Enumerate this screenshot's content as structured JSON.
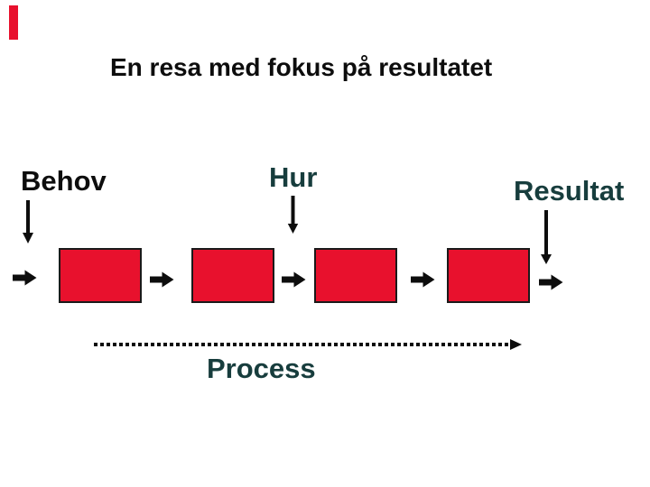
{
  "slide": {
    "title": "En resa med fokus på resultatet",
    "labels": {
      "behov": "Behov",
      "hur": "Hur",
      "resultat": "Resultat",
      "process": "Process"
    },
    "flow": {
      "step_count": 4,
      "right_arrow_count": 5
    },
    "icons": {
      "down_arrow": "↓",
      "right_block_arrow": "➡",
      "dotted_timeline_arrow": "⇢"
    },
    "colors": {
      "box_red": "#e8112d",
      "accent_bar_red": "#e8112d",
      "teal_text": "#173d3d",
      "ink": "#0d0d0d",
      "slide_bg": "#ffffff"
    }
  }
}
